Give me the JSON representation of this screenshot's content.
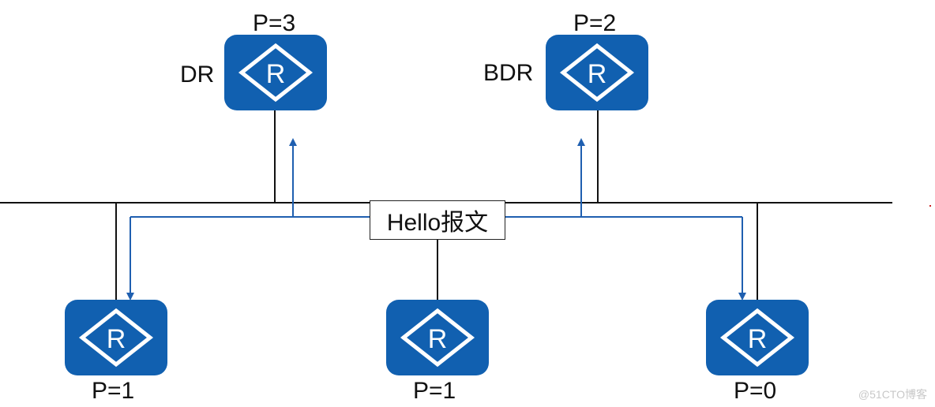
{
  "routers": [
    {
      "id": "r-top-left",
      "priority_label": "P=3",
      "role": "DR"
    },
    {
      "id": "r-top-right",
      "priority_label": "P=2",
      "role": "BDR"
    },
    {
      "id": "r-bottom-left",
      "priority_label": "P=1",
      "role": ""
    },
    {
      "id": "r-bottom-center",
      "priority_label": "P=1",
      "role": ""
    },
    {
      "id": "r-bottom-right",
      "priority_label": "P=0",
      "role": ""
    }
  ],
  "router_icon_letter": "R",
  "message_label": "Hello报文",
  "watermark": "@51CTO博客",
  "colors": {
    "router_fill": "#1160B0",
    "router_symbol": "#ffffff",
    "link_line": "#111111",
    "hello_flow": "#1F5FB0"
  }
}
